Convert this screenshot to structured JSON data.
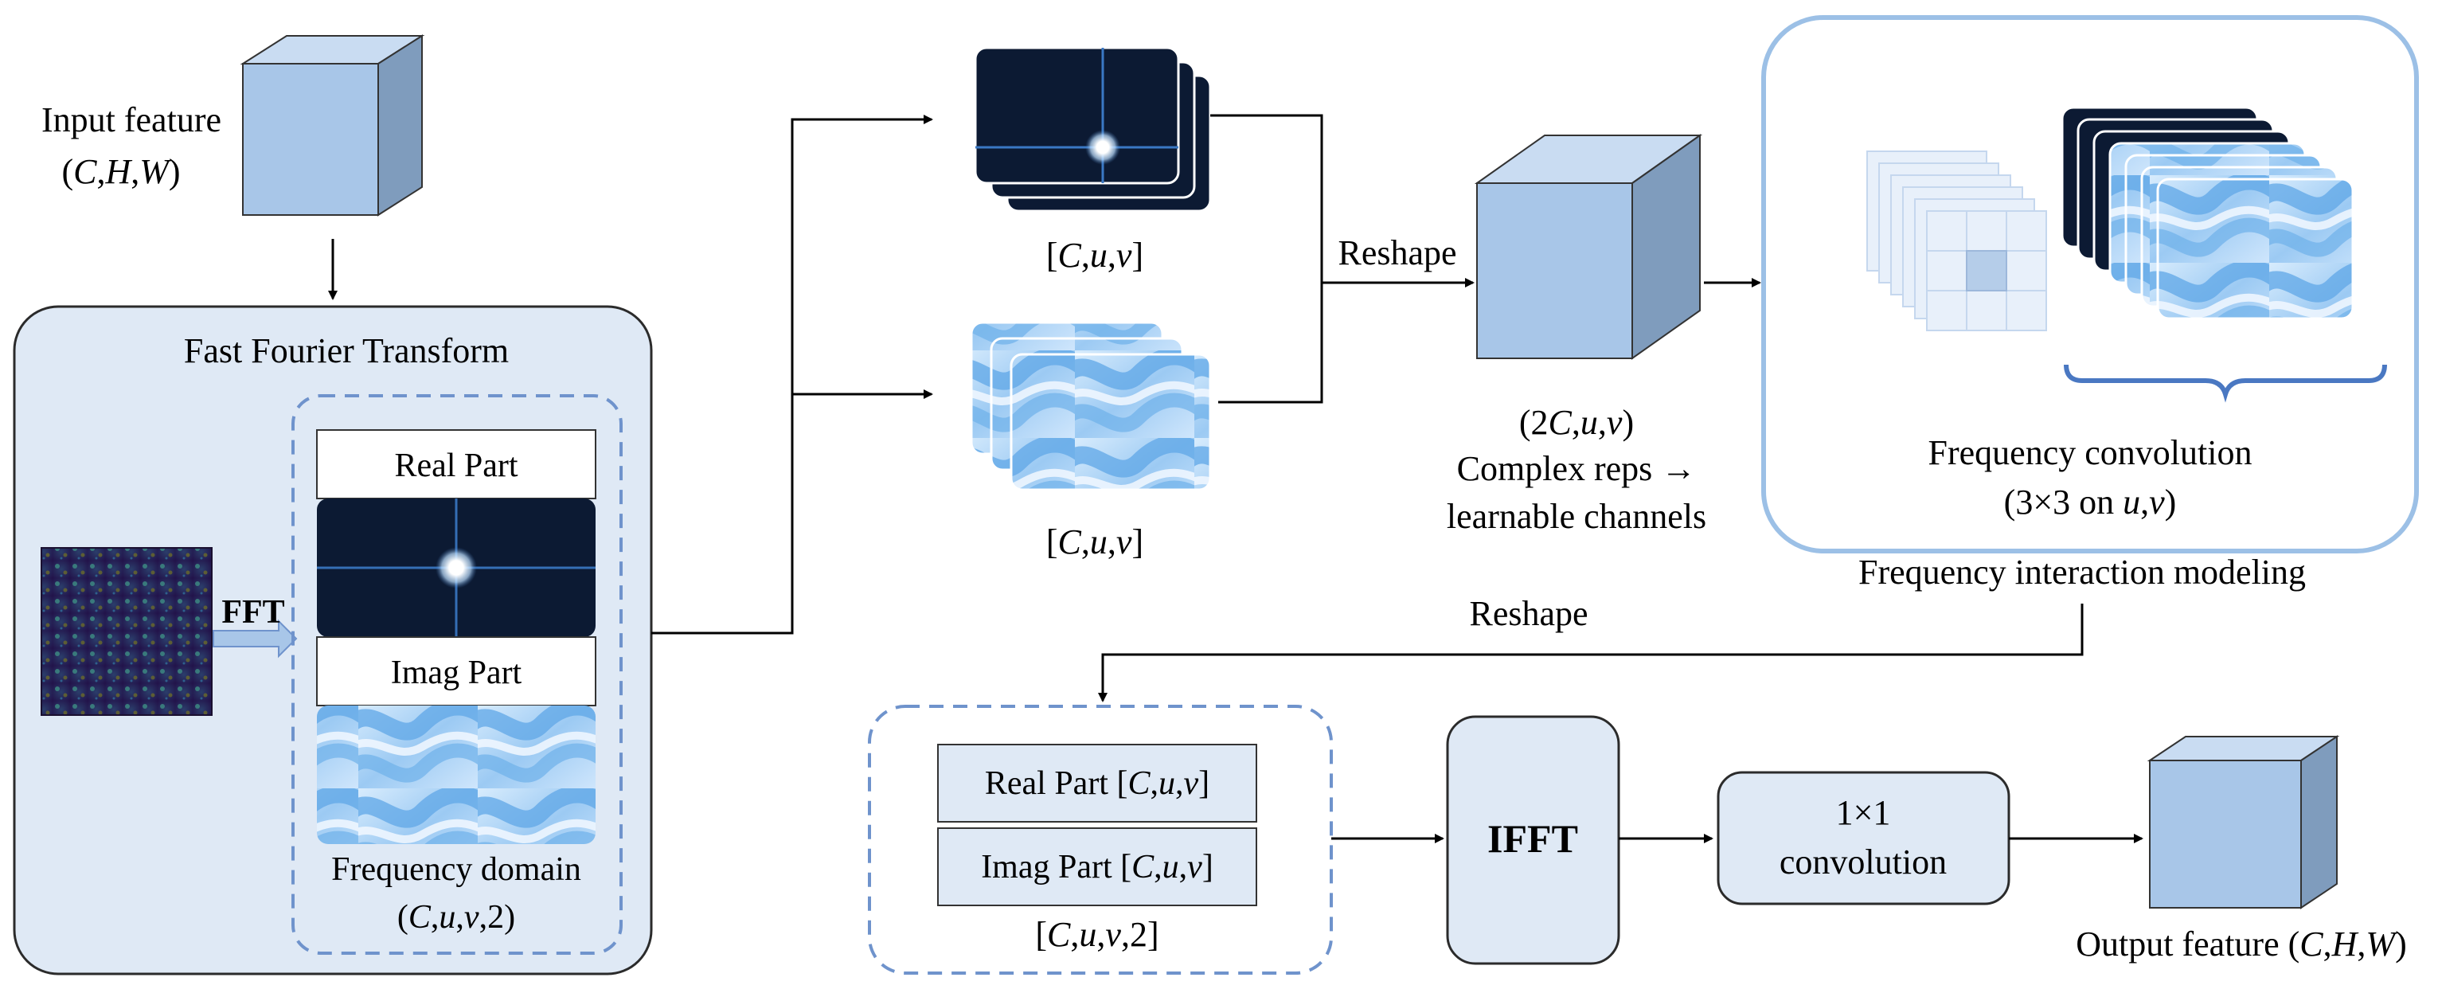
{
  "input": {
    "title": "Input feature",
    "dims": {
      "pre": "(",
      "C": "C",
      "comma1": ",",
      "H": "H",
      "comma2": ",",
      "W": "W",
      "post": ")"
    }
  },
  "fft_block": {
    "title": "Fast Fourier Transform",
    "fft_label": "FFT",
    "real_part": "Real Part",
    "imag_part": "Imag Part",
    "freq_domain": "Frequency domain",
    "freq_dims": {
      "pre": "(",
      "C": "C",
      "c1": ",",
      "u": "u",
      "c2": ",",
      "v": "v",
      "tail": ",2)"
    }
  },
  "branch_top": {
    "dims": {
      "pre": "[",
      "C": "C",
      "c1": ",",
      "u": "u",
      "c2": ",",
      "v": "v",
      "post": "]"
    }
  },
  "branch_bottom": {
    "dims": {
      "pre": "[",
      "C": "C",
      "c1": ",",
      "u": "u",
      "c2": ",",
      "v": "v",
      "post": "]"
    }
  },
  "reshape_1": "Reshape",
  "reshape_2": "Reshape",
  "cube_mid": {
    "dims": {
      "pre": "(2",
      "C": "C",
      "c1": ",",
      "u": "u",
      "c2": ",",
      "v": "v",
      "post": ")"
    },
    "line2": "Complex reps →",
    "line3": "learnable channels"
  },
  "freq_interaction": {
    "conv_title": "Frequency convolution",
    "conv_dims": {
      "pre": "(3×3 on ",
      "u": "u",
      "c": ",",
      "v": "v",
      "post": ")"
    },
    "caption": "Frequency interaction modeling"
  },
  "output_parts": {
    "real": {
      "pre": "Real Part [",
      "C": "C",
      "c1": ",",
      "u": "u",
      "c2": ",",
      "v": "v",
      "post": "]"
    },
    "imag": {
      "pre": "Imag Part [",
      "C": "C",
      "c1": ",",
      "u": "u",
      "c2": ",",
      "v": "v",
      "post": "]"
    },
    "dims": {
      "pre": "[",
      "C": "C",
      "c1": ",",
      "u": "u",
      "c2": ",",
      "v": "v",
      "post": ",2]"
    }
  },
  "ifft_label": "IFFT",
  "conv1x1": {
    "line1": "1×1",
    "line2": "convolution"
  },
  "output": {
    "pre": "Output feature (",
    "C": "C",
    "comma1": ",",
    "H": "H",
    "comma2": ",",
    "W": "W",
    "post": ")"
  },
  "colors": {
    "panel_fill": "#dfe9f5",
    "panel_stroke": "#2b2b2b",
    "dashed_stroke": "#6f93cc",
    "cube_front": "#a8c6e8",
    "cube_top": "#c9dcf2",
    "cube_side": "#7f9cbd",
    "spectrum_bg": "#0c1a33",
    "wave_light": "#e6f2ff",
    "wave_dark": "#5fa6e6",
    "arrow": "#000000",
    "brace": "#4a78c2"
  }
}
